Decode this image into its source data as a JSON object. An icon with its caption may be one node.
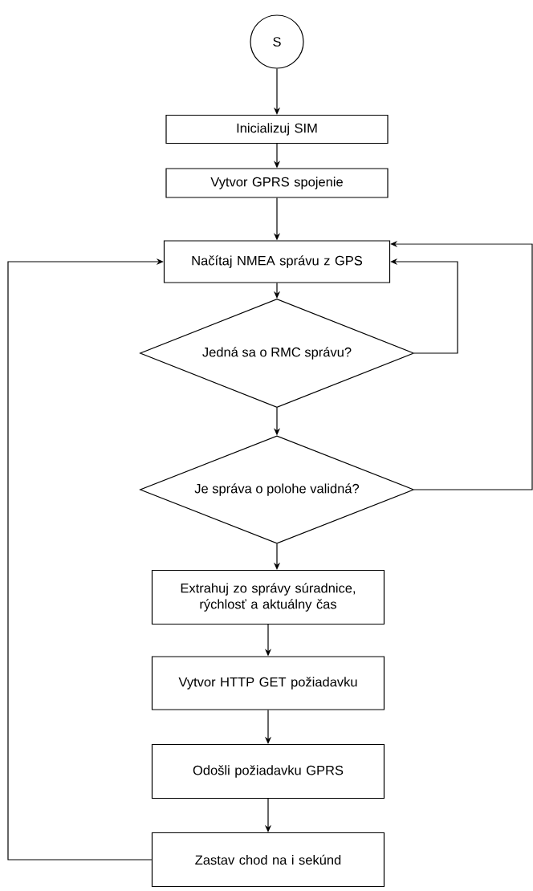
{
  "diagram": {
    "nodes": [
      {
        "text": [
          "S"
        ]
      },
      {
        "text": [
          "Inicializuj SIM"
        ]
      },
      {
        "text": [
          "Vytvor GPRS spojenie"
        ]
      },
      {
        "text": [
          "Načítaj NMEA správu z GPS"
        ]
      },
      {
        "text": [
          "Jedná sa o RMC správu?"
        ]
      },
      {
        "text": [
          "Je správa o polohe validná?"
        ]
      },
      {
        "text": [
          "Extrahuj zo správy súradnice, rýchlosť a aktuálny čas"
        ]
      },
      {
        "text": [
          "Vytvor HTTP GET požiadavku"
        ]
      },
      {
        "text": [
          "Odošli požiadavku GPRS"
        ]
      },
      {
        "text": [
          "Zastav chod na i sekúnd"
        ]
      }
    ],
    "edges": [
      {
        "from": 0,
        "to": 1,
        "arrow": "to"
      },
      {
        "from": 1,
        "to": 2,
        "arrow": "to"
      },
      {
        "from": 2,
        "to": 3,
        "arrow": "to"
      },
      {
        "from": 3,
        "to": 4,
        "arrow": "to"
      },
      {
        "from": 4,
        "to": 3,
        "arrow": "to"
      },
      {
        "from": 4,
        "to": 5,
        "arrow": "to"
      },
      {
        "from": 5,
        "to": 3,
        "arrow": "to"
      },
      {
        "from": 5,
        "to": 6,
        "arrow": "to"
      },
      {
        "from": 6,
        "to": 7,
        "arrow": "to"
      },
      {
        "from": 7,
        "to": 8,
        "arrow": "to"
      },
      {
        "from": 8,
        "to": 9,
        "arrow": "to"
      },
      {
        "from": 9,
        "to": 3,
        "arrow": "to"
      }
    ]
  }
}
